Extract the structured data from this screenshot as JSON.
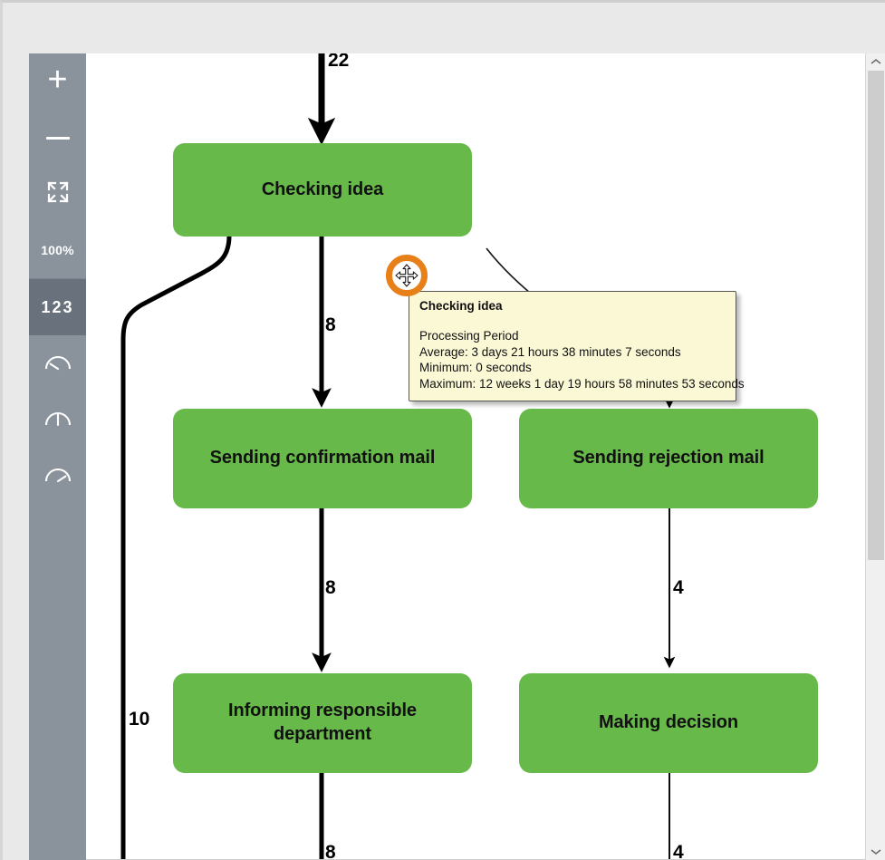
{
  "app": {
    "canvas_background": "#ffffff",
    "page_background": "#e9e9e9",
    "node_color": "#67b94a",
    "cursor_highlight_color": "#e8801a",
    "tooltip_background": "#fbf8d6"
  },
  "toolbar": {
    "items": [
      {
        "name": "zoom-in",
        "label": "+",
        "icon": "plus-icon",
        "active": false
      },
      {
        "name": "zoom-out",
        "label": "–",
        "icon": "minus-icon",
        "active": false
      },
      {
        "name": "fit-screen",
        "label": "",
        "icon": "fit-screen-icon",
        "active": false
      },
      {
        "name": "zoom-level",
        "label": "100%",
        "icon": "zoom-level-text",
        "active": false
      },
      {
        "name": "counts",
        "label": "123",
        "icon": "numbers-icon",
        "active": true
      },
      {
        "name": "gauge-low",
        "label": "",
        "icon": "gauge-low-icon",
        "active": false
      },
      {
        "name": "gauge-mid",
        "label": "",
        "icon": "gauge-mid-icon",
        "active": false
      },
      {
        "name": "gauge-high",
        "label": "",
        "icon": "gauge-high-icon",
        "active": false
      }
    ]
  },
  "diagram": {
    "nodes": [
      {
        "id": "checking-idea",
        "label": "Checking idea"
      },
      {
        "id": "sending-confirmation-mail",
        "label": "Sending confirmation mail"
      },
      {
        "id": "sending-rejection-mail",
        "label": "Sending rejection mail"
      },
      {
        "id": "informing-responsible-department",
        "label": "Informing responsible department"
      },
      {
        "id": "making-decision",
        "label": "Making decision"
      }
    ],
    "edge_labels": [
      {
        "id": "edge-in-checking-idea",
        "value": "22"
      },
      {
        "id": "edge-checking-to-confirmation",
        "value": "8"
      },
      {
        "id": "edge-checking-loop-back",
        "value": "10"
      },
      {
        "id": "edge-confirmation-to-informing",
        "value": "8"
      },
      {
        "id": "edge-rejection-to-decision",
        "value": "4"
      },
      {
        "id": "edge-informing-out",
        "value": "8"
      },
      {
        "id": "edge-decision-out",
        "value": "4"
      }
    ]
  },
  "tooltip": {
    "title": "Checking idea",
    "section": "Processing Period",
    "average": "Average: 3 days 21 hours 38 minutes 7 seconds",
    "minimum": "Minimum: 0 seconds",
    "maximum": "Maximum: 12 weeks 1 day 19 hours 58 minutes 53 seconds"
  },
  "scrollbar": {
    "up_arrow": "▲",
    "down_arrow": "▼"
  }
}
